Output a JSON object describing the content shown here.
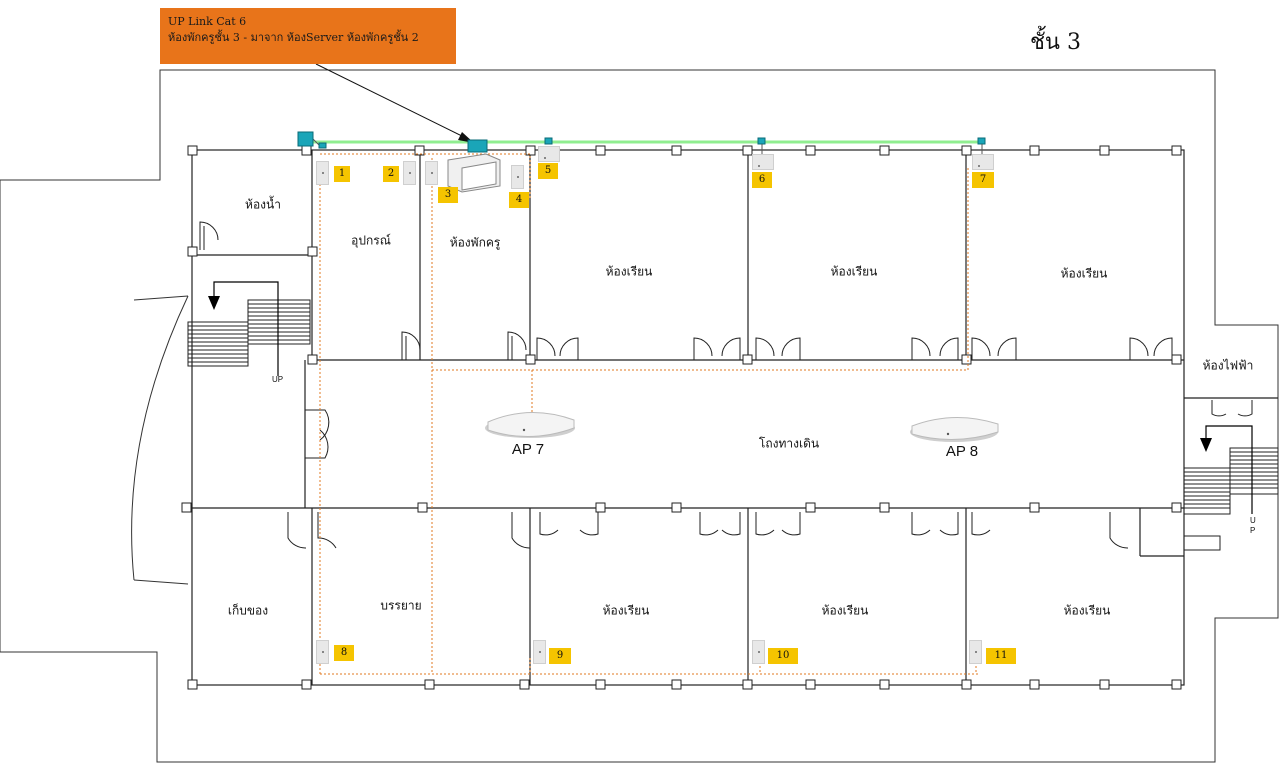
{
  "callout": {
    "line1": "UP Link Cat 6",
    "line2": "ห้องพักครูชั้น 3 - มาจาก ห้องServer ห้องพักครูชั้น 2"
  },
  "floor_title": "ชั้น 3",
  "rooms": {
    "restroom": "ห้องน้ำ",
    "equipment": "อุปกรณ์",
    "teacher_lounge": "ห้องพักครู",
    "classroom_top_1": "ห้องเรียน",
    "classroom_top_2": "ห้องเรียน",
    "classroom_top_3": "ห้องเรียน",
    "electric_room": "ห้องไฟฟ้า",
    "corridor": "โถงทางเดิน",
    "storage": "เก็บของ",
    "lecture": "บรรยาย",
    "classroom_bottom_1": "ห้องเรียน",
    "classroom_bottom_2": "ห้องเรียน",
    "classroom_bottom_3": "ห้องเรียน"
  },
  "access_points": [
    "AP 7",
    "AP 8"
  ],
  "stair_labels": {
    "left": "UP",
    "right": "U\nP"
  },
  "ports": [
    "1",
    "2",
    "3",
    "4",
    "5",
    "6",
    "7",
    "8",
    "9",
    "10",
    "11"
  ],
  "colors": {
    "callout": "#e8741a",
    "port_label": "#f5c400",
    "uplink": "#90ee90",
    "cabling": "#e07a20",
    "switch": "#1aa5b8"
  }
}
